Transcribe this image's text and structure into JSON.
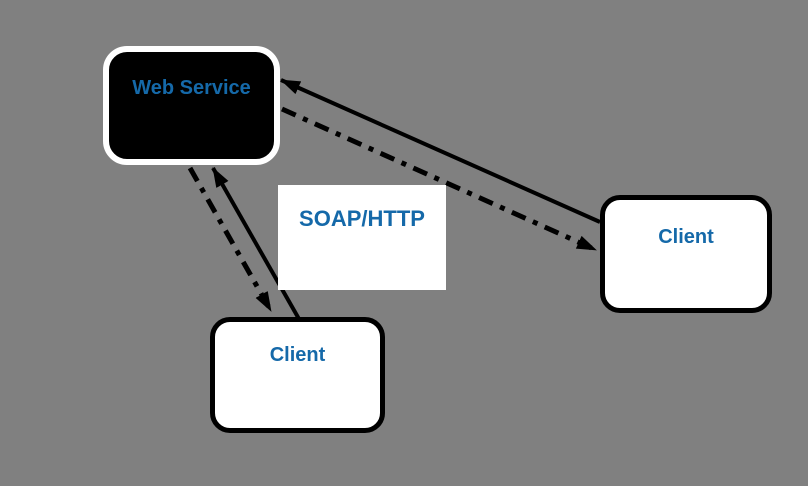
{
  "diagram": {
    "background_color": "#808080",
    "label_color": "#1569A9",
    "nodes": [
      {
        "id": "web-service",
        "label": "Web Service",
        "fill": "#000000",
        "border_color": "#FFFFFF",
        "shape": "rounded-rectangle"
      },
      {
        "id": "client-right",
        "label": "Client",
        "fill": "#FFFFFF",
        "border_color": "#000000",
        "shape": "rounded-rectangle"
      },
      {
        "id": "client-bottom",
        "label": "Client",
        "fill": "#FFFFFF",
        "border_color": "#000000",
        "shape": "rounded-rectangle"
      }
    ],
    "protocol_label": {
      "label": "SOAP/HTTP",
      "fill": "#FFFFFF"
    },
    "edges": [
      {
        "from": "client-right",
        "to": "web-service",
        "style": "solid",
        "arrowhead_at": "web-service",
        "color": "#000000"
      },
      {
        "from": "web-service",
        "to": "client-right",
        "style": "dash-dot",
        "arrowhead_at": "client-right",
        "color": "#000000"
      },
      {
        "from": "client-bottom",
        "to": "web-service",
        "style": "solid",
        "arrowhead_at": "web-service",
        "color": "#000000"
      },
      {
        "from": "web-service",
        "to": "client-bottom",
        "style": "dash-dot",
        "arrowhead_at": "client-bottom",
        "color": "#000000"
      }
    ]
  }
}
